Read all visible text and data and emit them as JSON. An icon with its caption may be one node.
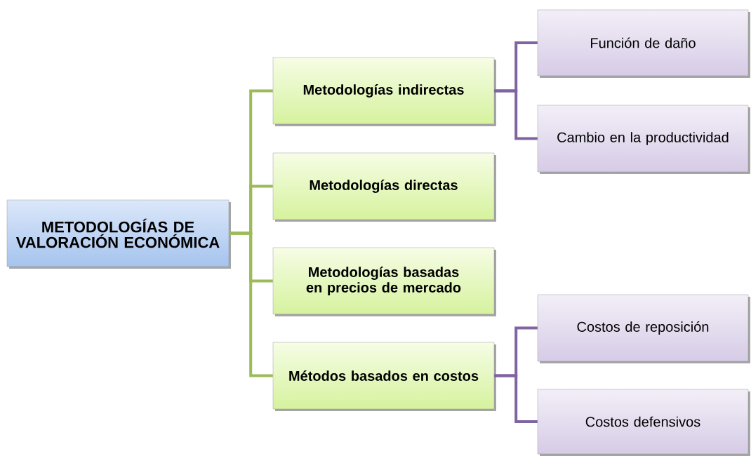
{
  "diagram": {
    "nodes": [
      {
        "text": [
          "METODOLOGÍAS DE VALORACIÓN ECONÓMICA"
        ]
      },
      {
        "text": [
          "Metodologías indirectas"
        ]
      },
      {
        "text": [
          "Metodologías directas"
        ]
      },
      {
        "text": [
          "Metodologías basadas en precios de mercado"
        ]
      },
      {
        "text": [
          "Métodos basados en costos"
        ]
      },
      {
        "text": [
          "Función de daño"
        ]
      },
      {
        "text": [
          "Cambio en la productividad"
        ]
      },
      {
        "text": [
          "Costos de reposición"
        ]
      },
      {
        "text": [
          "Costos defensivos"
        ]
      }
    ],
    "edges": [
      {
        "from": 0,
        "to": 1,
        "arrow": "none"
      },
      {
        "from": 0,
        "to": 2,
        "arrow": "none"
      },
      {
        "from": 0,
        "to": 3,
        "arrow": "none"
      },
      {
        "from": 0,
        "to": 4,
        "arrow": "none"
      },
      {
        "from": 1,
        "to": 5,
        "arrow": "none",
        "color": "#8064a2"
      },
      {
        "from": 1,
        "to": 6,
        "arrow": "none",
        "color": "#8064a2"
      },
      {
        "from": 4,
        "to": 7,
        "arrow": "none",
        "color": "#8064a2"
      },
      {
        "from": 4,
        "to": 8,
        "arrow": "none",
        "color": "#8064a2"
      }
    ]
  }
}
